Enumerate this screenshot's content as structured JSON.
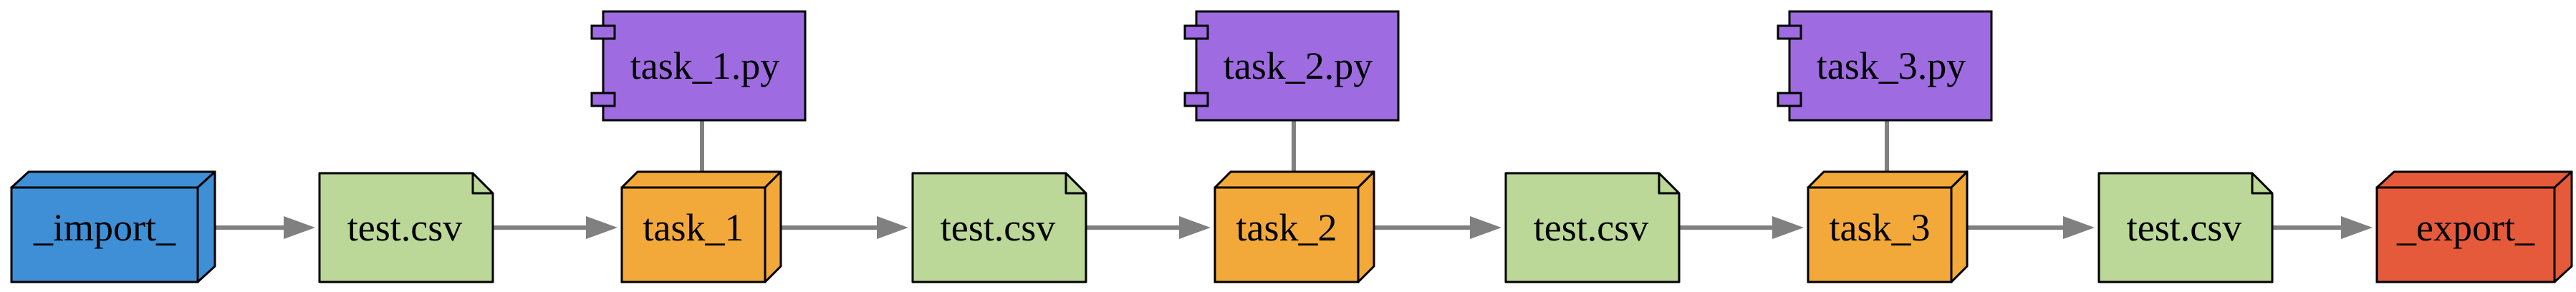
{
  "diagram": {
    "nodes": {
      "import": {
        "label": "_import_",
        "fill": "#3f8fd6"
      },
      "file_1": {
        "label": "test.csv",
        "fill": "#bcd898"
      },
      "task_1": {
        "label": "task_1",
        "fill": "#f2a93a"
      },
      "script_1": {
        "label": "task_1.py",
        "fill": "#9e6ce0"
      },
      "file_2": {
        "label": "test.csv",
        "fill": "#bcd898"
      },
      "task_2": {
        "label": "task_2",
        "fill": "#f2a93a"
      },
      "script_2": {
        "label": "task_2.py",
        "fill": "#9e6ce0"
      },
      "file_3": {
        "label": "test.csv",
        "fill": "#bcd898"
      },
      "task_3": {
        "label": "task_3",
        "fill": "#f2a93a"
      },
      "script_3": {
        "label": "task_3.py",
        "fill": "#9e6ce0"
      },
      "file_4": {
        "label": "test.csv",
        "fill": "#bcd898"
      },
      "export": {
        "label": "_export_",
        "fill": "#e65a3c"
      }
    },
    "edge_color": "#808080",
    "flow": [
      "import",
      "file_1",
      "task_1",
      "file_2",
      "task_2",
      "file_3",
      "task_3",
      "file_4",
      "export"
    ],
    "script_links": [
      {
        "script": "script_1",
        "task": "task_1"
      },
      {
        "script": "script_2",
        "task": "task_2"
      },
      {
        "script": "script_3",
        "task": "task_3"
      }
    ]
  }
}
